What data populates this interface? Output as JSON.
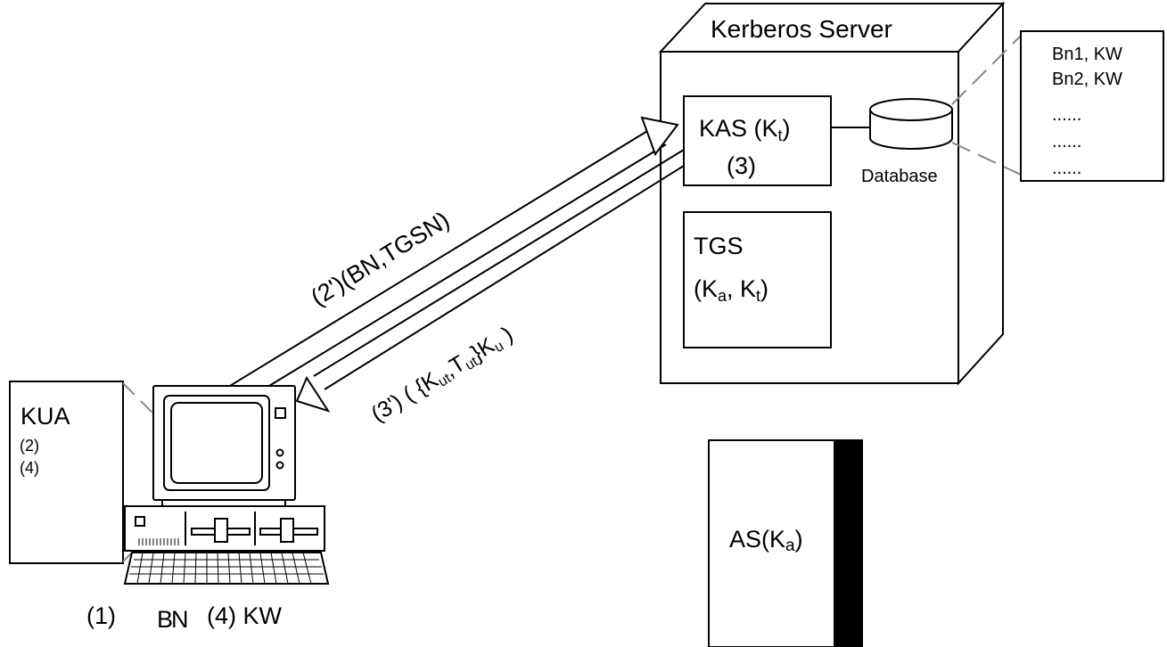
{
  "server": {
    "title": "Kerberos Server"
  },
  "kas": {
    "label_main": "KAS (K",
    "label_sub": "t",
    "label_close": ")",
    "step": "(3)"
  },
  "database": {
    "label": "Database"
  },
  "records": {
    "lines": [
      "Bn1, KW",
      "Bn2, KW",
      "......",
      "......",
      "......"
    ]
  },
  "tgs": {
    "label": "TGS",
    "keys_open": "(K",
    "keys_sub_a": "a",
    "keys_mid": ", K",
    "keys_sub_t": "t",
    "keys_close": ")"
  },
  "request": {
    "label": "(2')(BN,TGSN)"
  },
  "reply": {
    "part1": "(3') ( {K",
    "sub1": "ut",
    "part2": ",T",
    "sub2": "ut",
    "part3": "}K",
    "sub3": "u",
    "part4": " )"
  },
  "client_agent": {
    "title": "KUA",
    "steps": [
      "(2)",
      "(4)"
    ]
  },
  "user_input": {
    "step1": "(1)",
    "bn": "BN",
    "step4_kw": "(4) KW"
  },
  "as": {
    "label_main": "AS(K",
    "label_sub": "a",
    "label_close": ")"
  }
}
